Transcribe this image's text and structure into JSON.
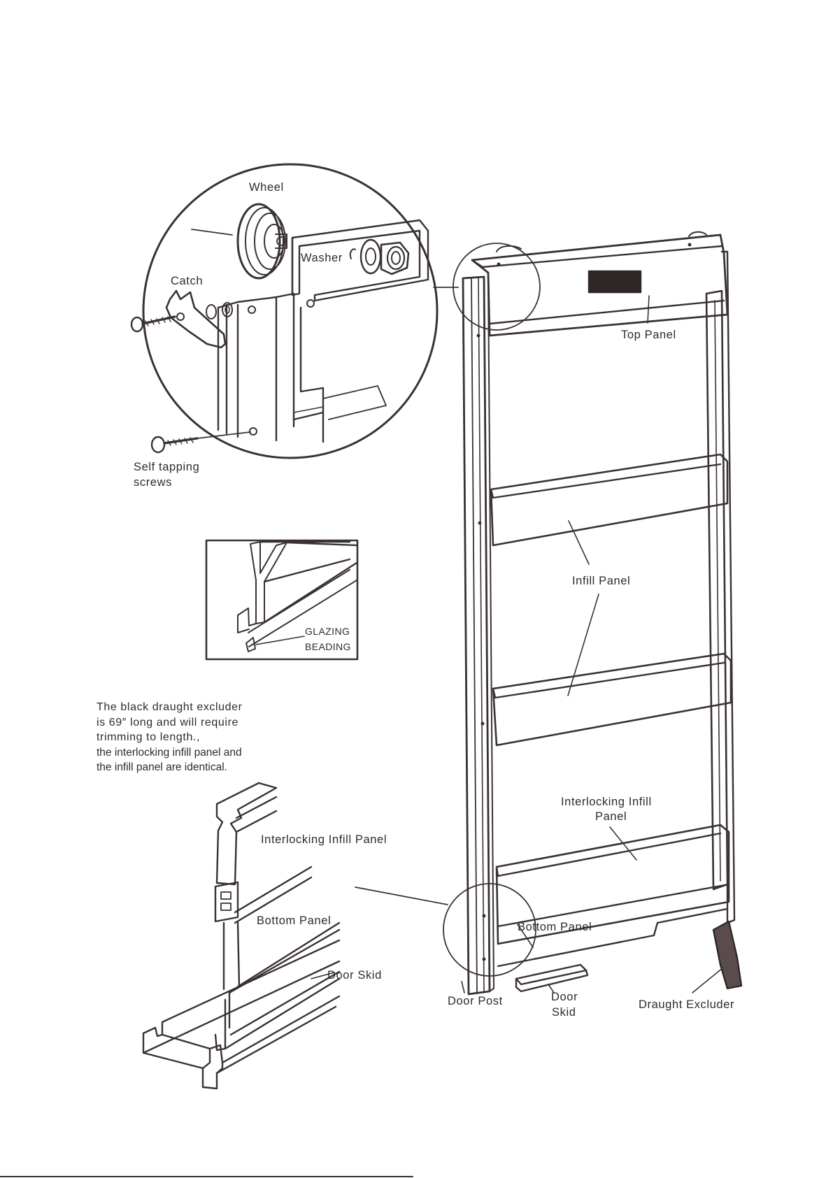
{
  "labels": {
    "wheel": "Wheel",
    "washer": "Washer",
    "catch": "Catch",
    "self_tapping_1": "Self tapping",
    "self_tapping_2": "screws",
    "glazing": "GLAZING",
    "beading": "BEADING",
    "top_panel": "Top Panel",
    "infill_panel": "Infill Panel",
    "interlocking_infill_right_1": "Interlocking Infill",
    "interlocking_infill_right_2": "Panel",
    "interlocking_infill_left": "Interlocking Infill Panel",
    "bottom_panel_left": "Bottom Panel",
    "bottom_panel_right": "Bottom Panel",
    "door_skid_left": "Door Skid",
    "door_post": "Door Post",
    "door_skid_right_1": "Door",
    "door_skid_right_2": "Skid",
    "draught_excluder": "Draught Excluder"
  },
  "note": {
    "line1": "The black draught excluder",
    "line2": "is 69″ long and will require",
    "line3": "trimming to length.,",
    "line4": "the interlocking infill panel and",
    "line5": "the infill panel are identical."
  },
  "colors": {
    "ink": "#2f2a2a",
    "shade": "#4a4040",
    "paper": "#ffffff"
  }
}
